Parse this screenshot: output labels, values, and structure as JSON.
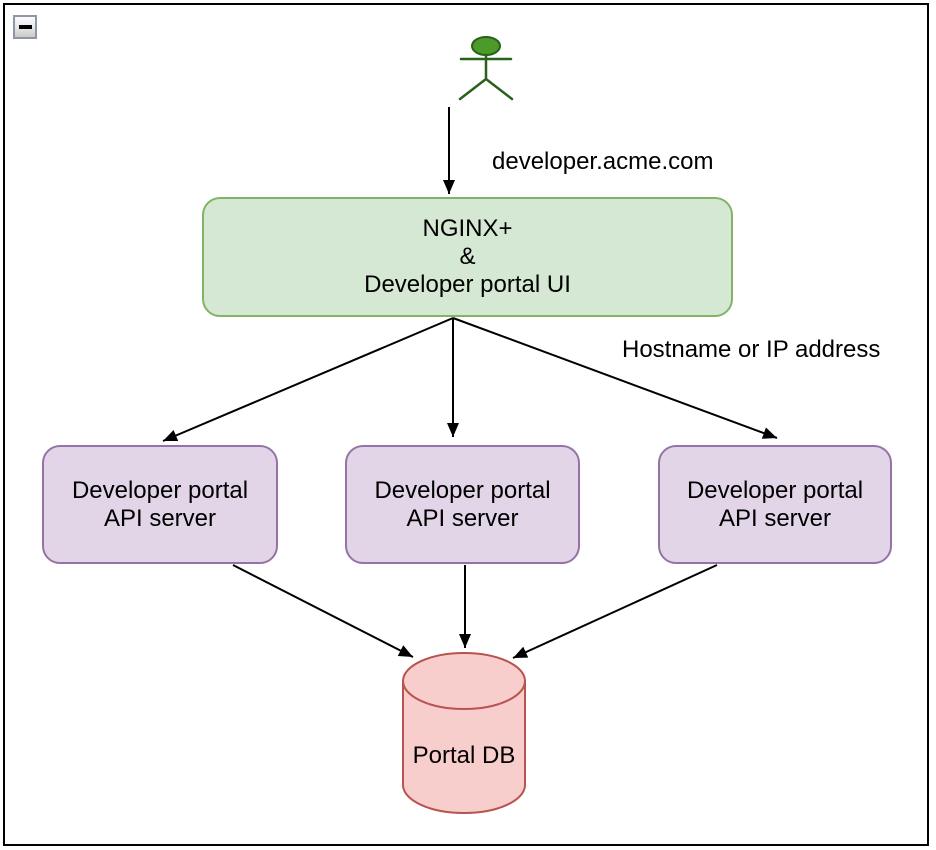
{
  "window": {
    "collapse_button_icon": "minus-icon"
  },
  "colors": {
    "edge": "#000000",
    "gateway_fill": "#d5e8d4",
    "gateway_stroke": "#82b366",
    "api_fill": "#e1d5e7",
    "api_stroke": "#9673a6",
    "db_fill": "#f8cecc",
    "db_stroke": "#b85450",
    "actor_fill": "#4c9a2a",
    "actor_stroke": "#27611a"
  },
  "diagram": {
    "labels": {
      "request_host": "developer.acme.com",
      "routing": "Hostname or IP address"
    },
    "gateway": {
      "lines": [
        "NGINX+",
        "&",
        "Developer portal UI"
      ]
    },
    "api_servers": [
      {
        "label": "Developer portal API server"
      },
      {
        "label": "Developer portal API server"
      },
      {
        "label": "Developer portal API server"
      }
    ],
    "database": {
      "label": "Portal DB"
    }
  }
}
